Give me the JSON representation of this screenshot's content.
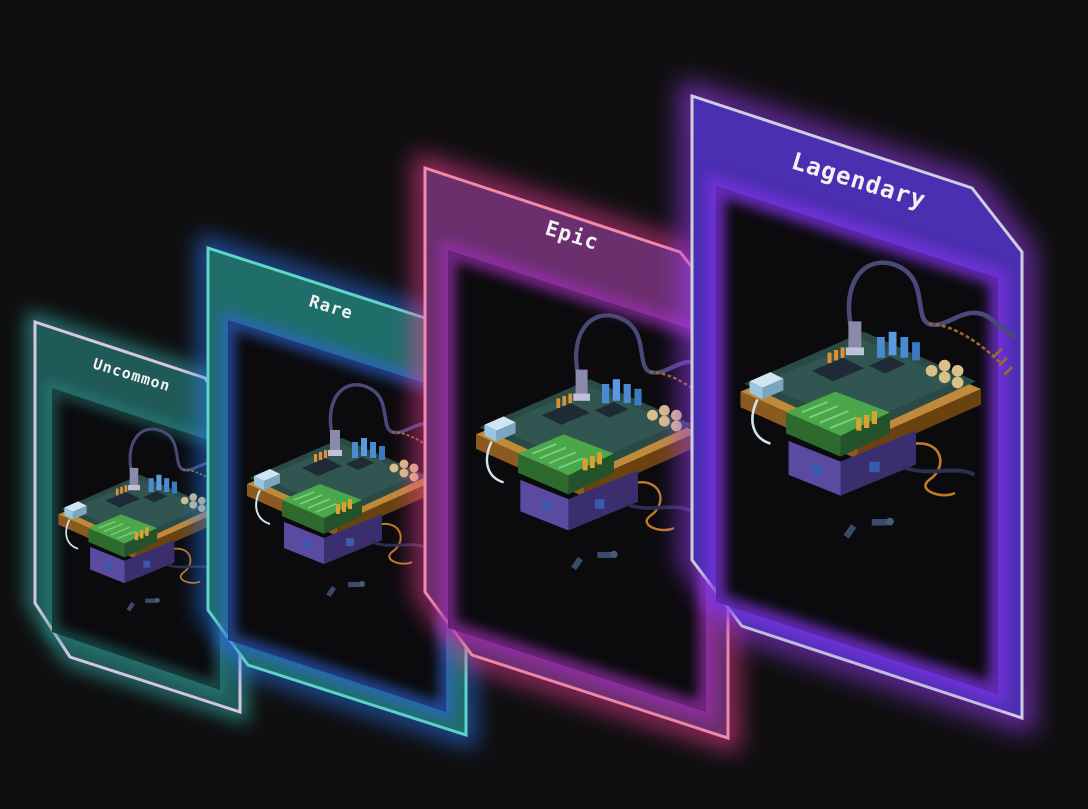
{
  "cards": [
    {
      "id": "uncommon",
      "label": "Uncommon",
      "frame_color": "#1f5a57",
      "panel_color": "#2c6a66",
      "edge_color": "#d8c6e2",
      "glow_color": "#3fd8d0",
      "inner_glow": "#2b8c88"
    },
    {
      "id": "rare",
      "label": "Rare",
      "frame_color": "#1f6e6a",
      "panel_color": "#2b7a75",
      "edge_color": "#5fd6c8",
      "glow_color": "#2b7bff",
      "inner_glow": "#2f63d6"
    },
    {
      "id": "epic",
      "label": "Epic",
      "frame_color": "#6b2f6e",
      "panel_color": "#7b3a7a",
      "edge_color": "#f08aa8",
      "glow_color": "#ff3fa0",
      "inner_glow": "#9a2fb0"
    },
    {
      "id": "legendary",
      "label": "Lagendary",
      "frame_color": "#4a2fb0",
      "panel_color": "#5537c0",
      "edge_color": "#d0cde0",
      "glow_color": "#a13cff",
      "inner_glow": "#7a30e0"
    }
  ]
}
